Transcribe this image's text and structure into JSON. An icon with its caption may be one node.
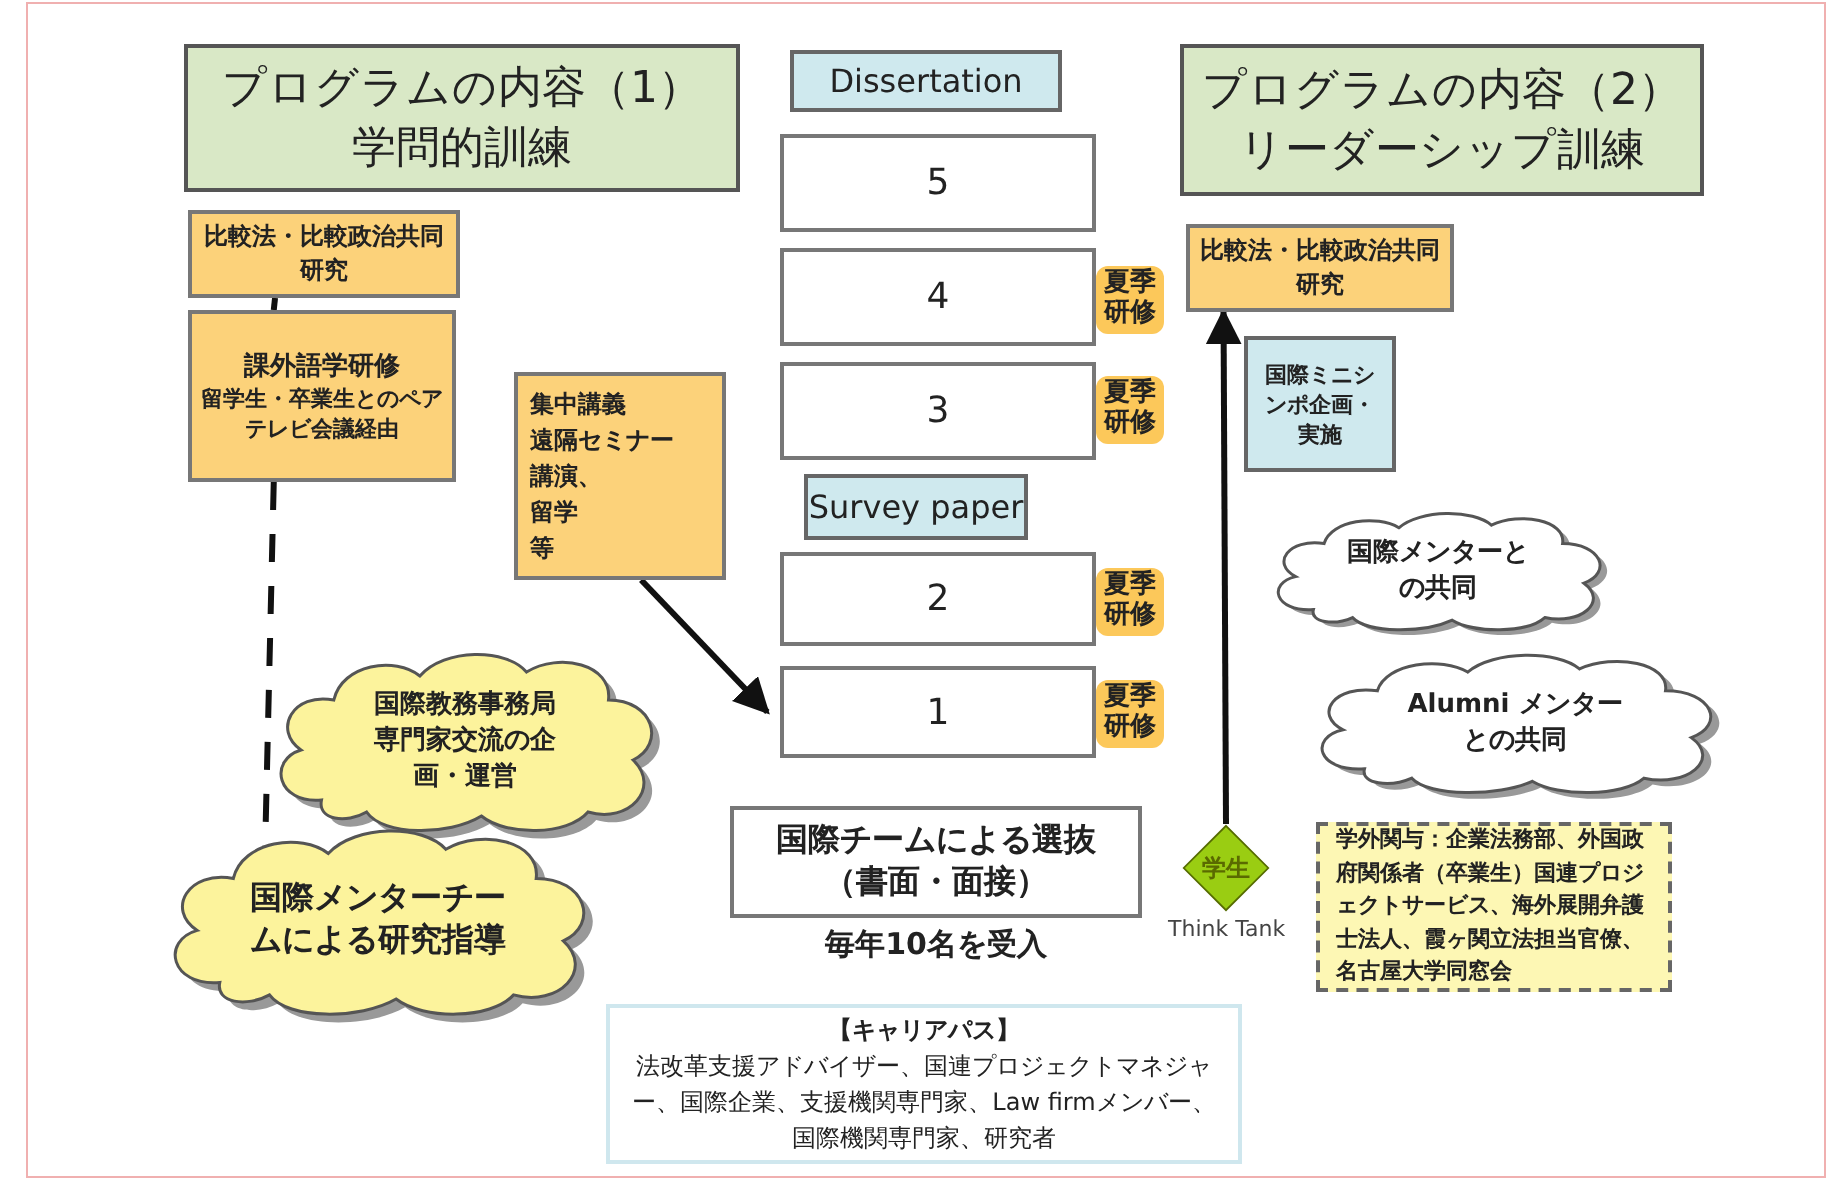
{
  "diagram": {
    "nodes": [
      {
        "text": [
          "プログラムの内容（1）",
          "学問的訓練"
        ]
      },
      {
        "text": [
          "Dissertation"
        ]
      },
      {
        "text": [
          "プログラムの内容（2）",
          "リーダーシップ訓練"
        ]
      },
      {
        "text": [
          "5"
        ]
      },
      {
        "text": [
          "比較法・比較政治共同研究"
        ]
      },
      {
        "text": [
          "4"
        ],
        "beside": [
          "夏季研修"
        ]
      },
      {
        "text": [
          "比較法・比較政治共同研究"
        ]
      },
      {
        "text": [
          "課外語学研修",
          "留学生・卒業生とのペア",
          "テレビ会議経由"
        ]
      },
      {
        "text": [
          "3"
        ],
        "beside": [
          "夏季研修"
        ]
      },
      {
        "text": [
          "国際ミニシンポ企画・実施"
        ]
      },
      {
        "text": [
          "集中講義",
          "遠隔セミナー",
          "講演、",
          "留学",
          "等"
        ]
      },
      {
        "text": [
          "Survey paper"
        ]
      },
      {
        "text": [
          "国際メンターとの共同"
        ]
      },
      {
        "text": [
          "2"
        ],
        "beside": [
          "夏季研修"
        ]
      },
      {
        "text": [
          "国際教務事務局専門家交流の企画・運営"
        ]
      },
      {
        "text": [
          "1"
        ],
        "beside": [
          "夏季研修"
        ]
      },
      {
        "text": [
          "Alumni メンターとの共同"
        ]
      },
      {
        "text": [
          "国際メンターチームによる研究指導"
        ]
      },
      {
        "text": [
          "国際チームによる選抜（書面・面接）"
        ],
        "beside": [
          "毎年10名を受入"
        ]
      },
      {
        "text": [
          "学生"
        ],
        "beside": [
          "Think Tank"
        ]
      },
      {
        "text": [
          "学外関与：企業法務部、外国政府関係者（卒業生）国連プロジェクトサービス、海外展開弁護士法人、霞ヶ関立法担当官僚、名古屋大学同窓会"
        ]
      },
      {
        "text": [
          "【キャリアパス】",
          "法改革支援アドバイザー、国連プロジェクトマネジャー、国際企業、支援機関専門家、Law firmメンバー、国際機関専門家、研究者"
        ]
      }
    ],
    "edges": [
      {
        "from": 4,
        "to": 7,
        "arrow": "none"
      },
      {
        "from": 7,
        "to": 17,
        "arrow": "none",
        "style": "dashed"
      },
      {
        "from": 10,
        "to": 15,
        "arrow": "to"
      },
      {
        "from": 19,
        "to": 6,
        "arrow": "to"
      }
    ]
  }
}
